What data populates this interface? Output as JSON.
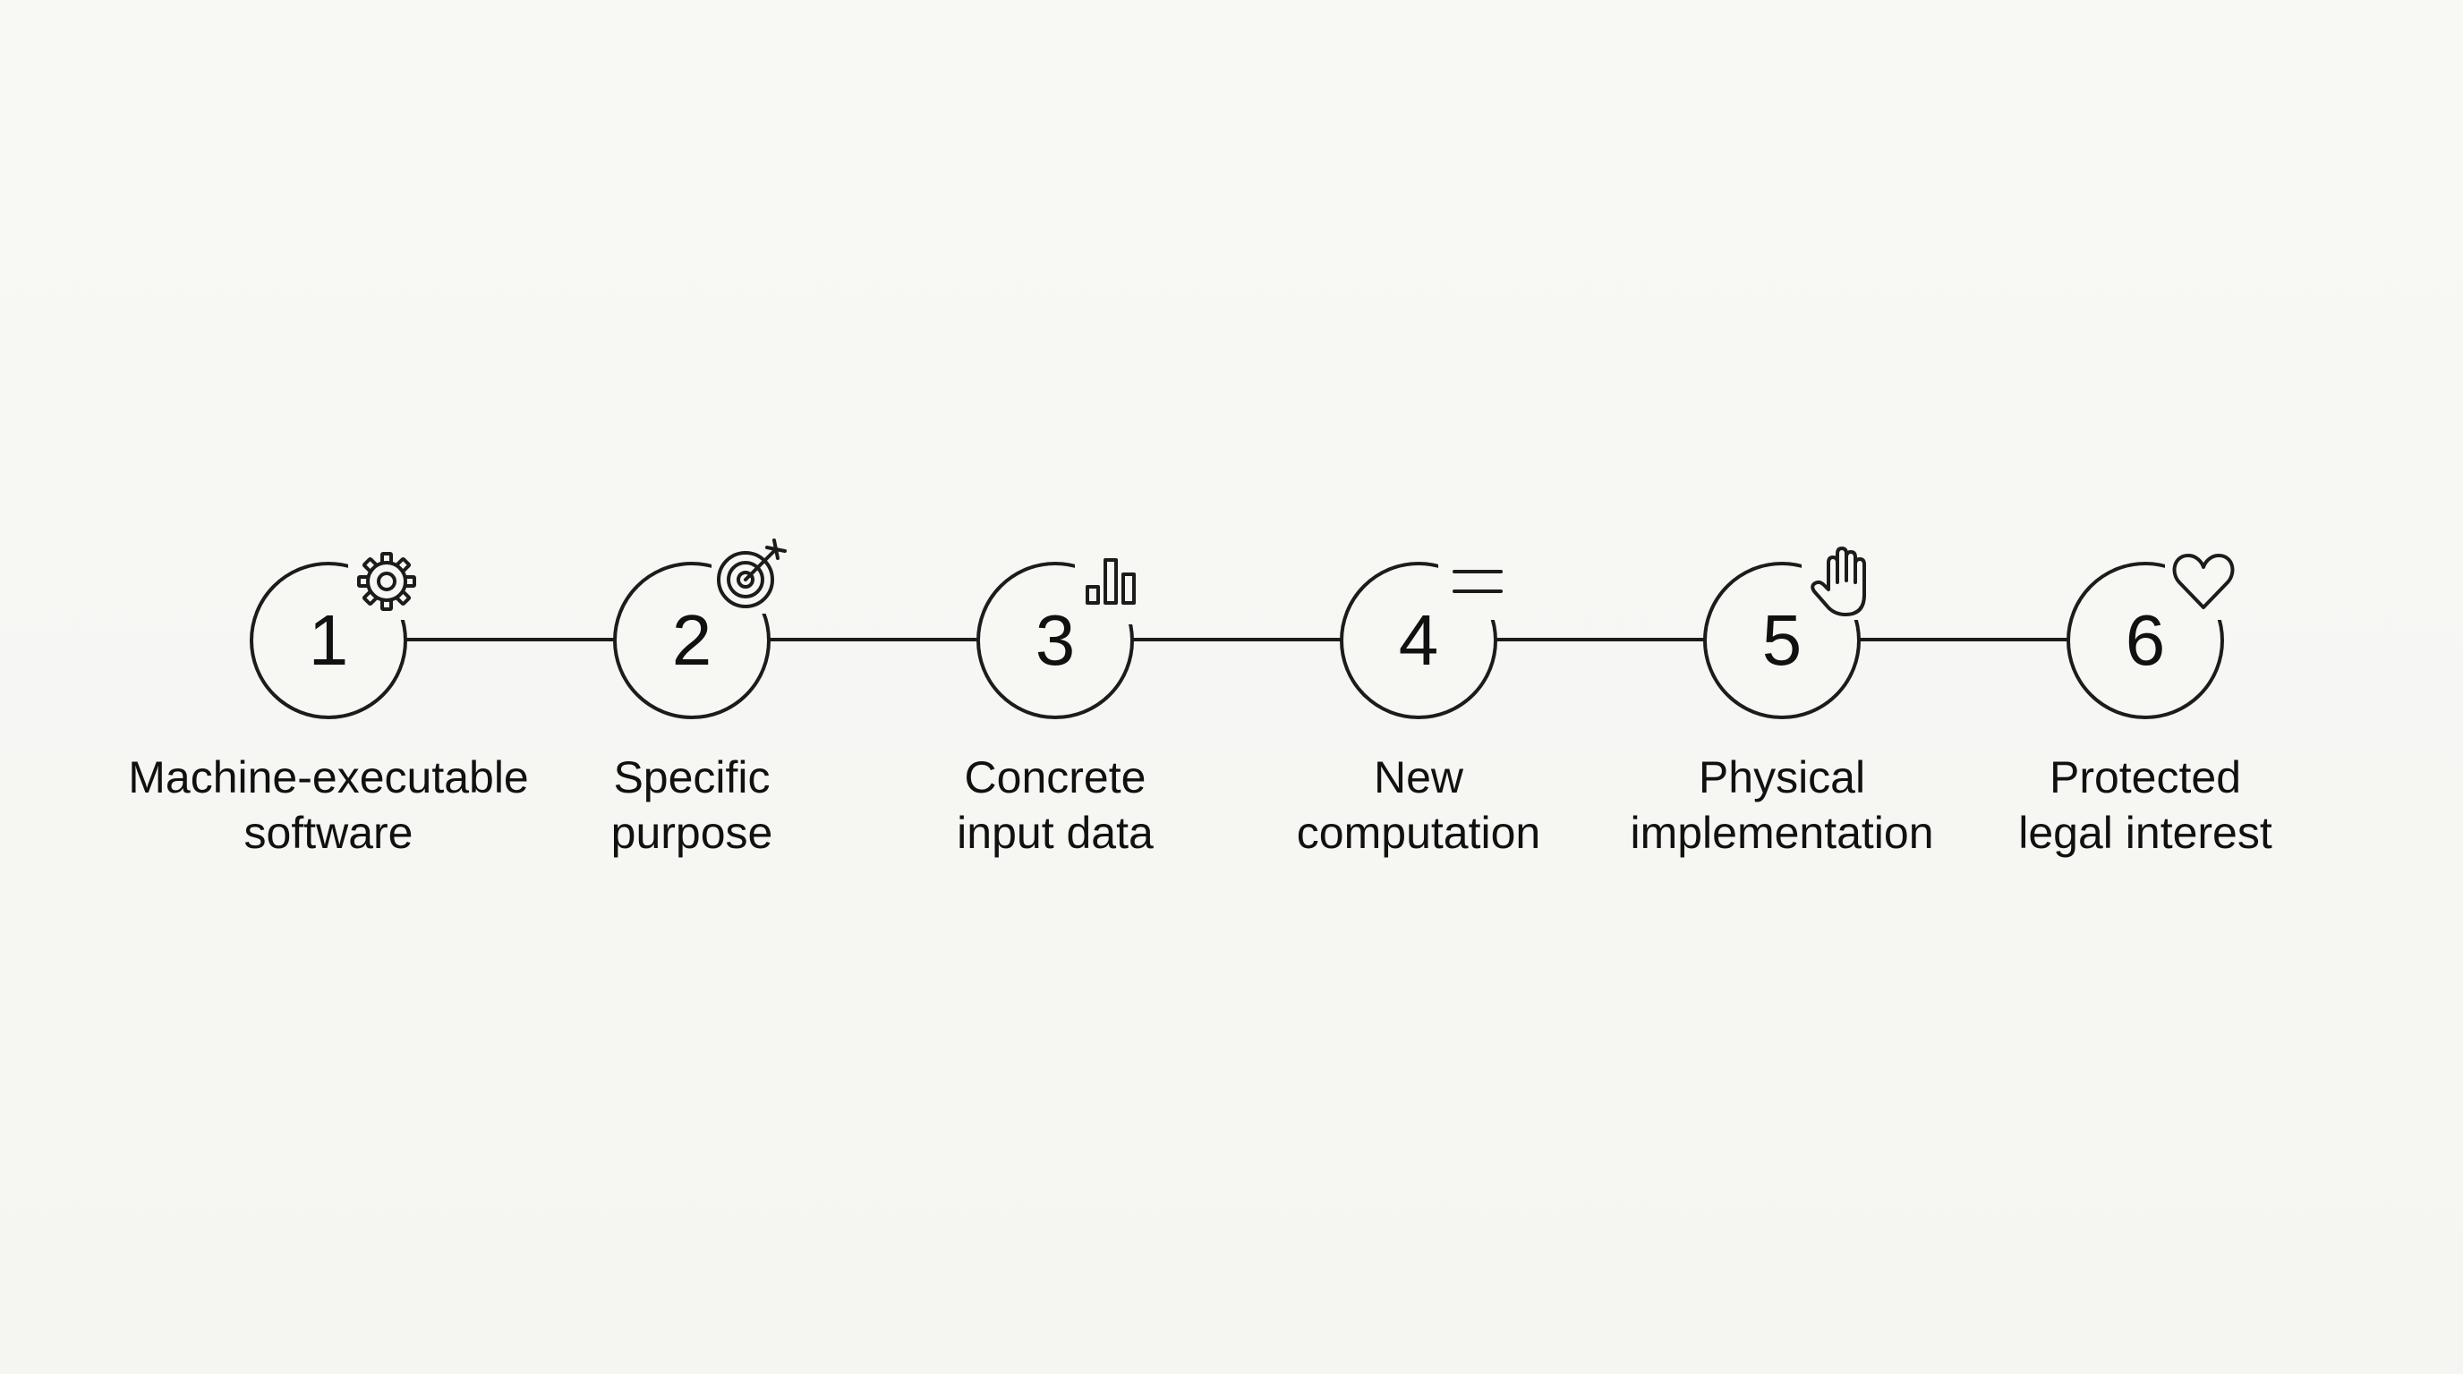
{
  "steps": [
    {
      "number": "1",
      "icon": "gear-icon",
      "label_line1": "Machine-executable",
      "label_line2": "software"
    },
    {
      "number": "2",
      "icon": "target-icon",
      "label_line1": "Specific",
      "label_line2": "purpose"
    },
    {
      "number": "3",
      "icon": "bar-chart-icon",
      "label_line1": "Concrete",
      "label_line2": "input data"
    },
    {
      "number": "4",
      "icon": "equals-icon",
      "label_line1": "New",
      "label_line2": "computation"
    },
    {
      "number": "5",
      "icon": "hand-icon",
      "label_line1": "Physical",
      "label_line2": "implementation"
    },
    {
      "number": "6",
      "icon": "heart-icon",
      "label_line1": "Protected",
      "label_line2": "legal interest"
    }
  ],
  "colors": {
    "background": "#f7f7f4",
    "stroke": "#1c1c1c",
    "text": "#111111"
  }
}
